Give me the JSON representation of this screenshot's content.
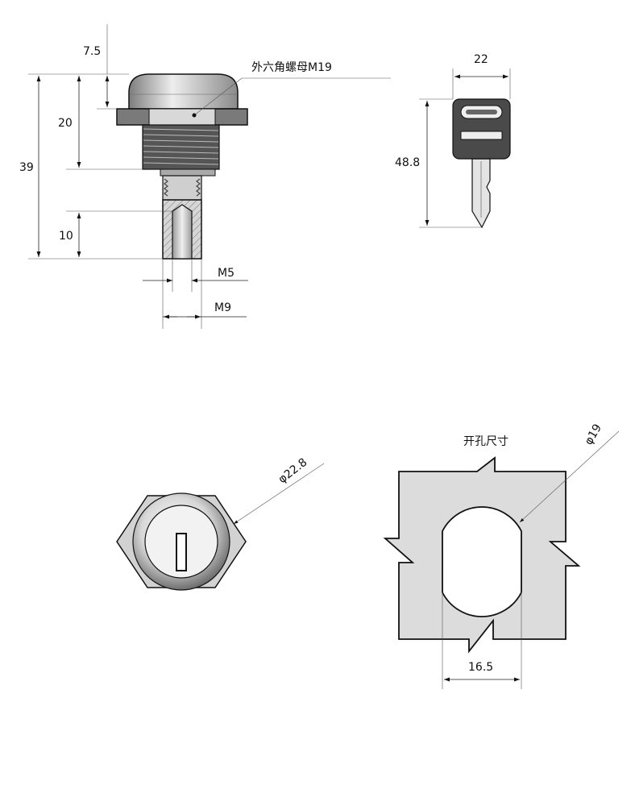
{
  "side_view": {
    "dim_cap_height": "7.5",
    "dim_body_height": "20",
    "dim_total_height": "39",
    "dim_bore_depth": "10",
    "dim_inner_thread": "M5",
    "dim_outer_thread": "M9",
    "nut_label": "外六角螺母M19"
  },
  "key_view": {
    "dim_width": "22",
    "dim_length": "48.8"
  },
  "front_view": {
    "dim_diameter": "φ22.8"
  },
  "cutout_view": {
    "title": "开孔尺寸",
    "dim_diameter": "φ19",
    "dim_flat_width": "16.5"
  },
  "colors": {
    "panel_fill": "#dcdcdc",
    "line": "#111111",
    "nut_dark": "#7a7a7a"
  }
}
